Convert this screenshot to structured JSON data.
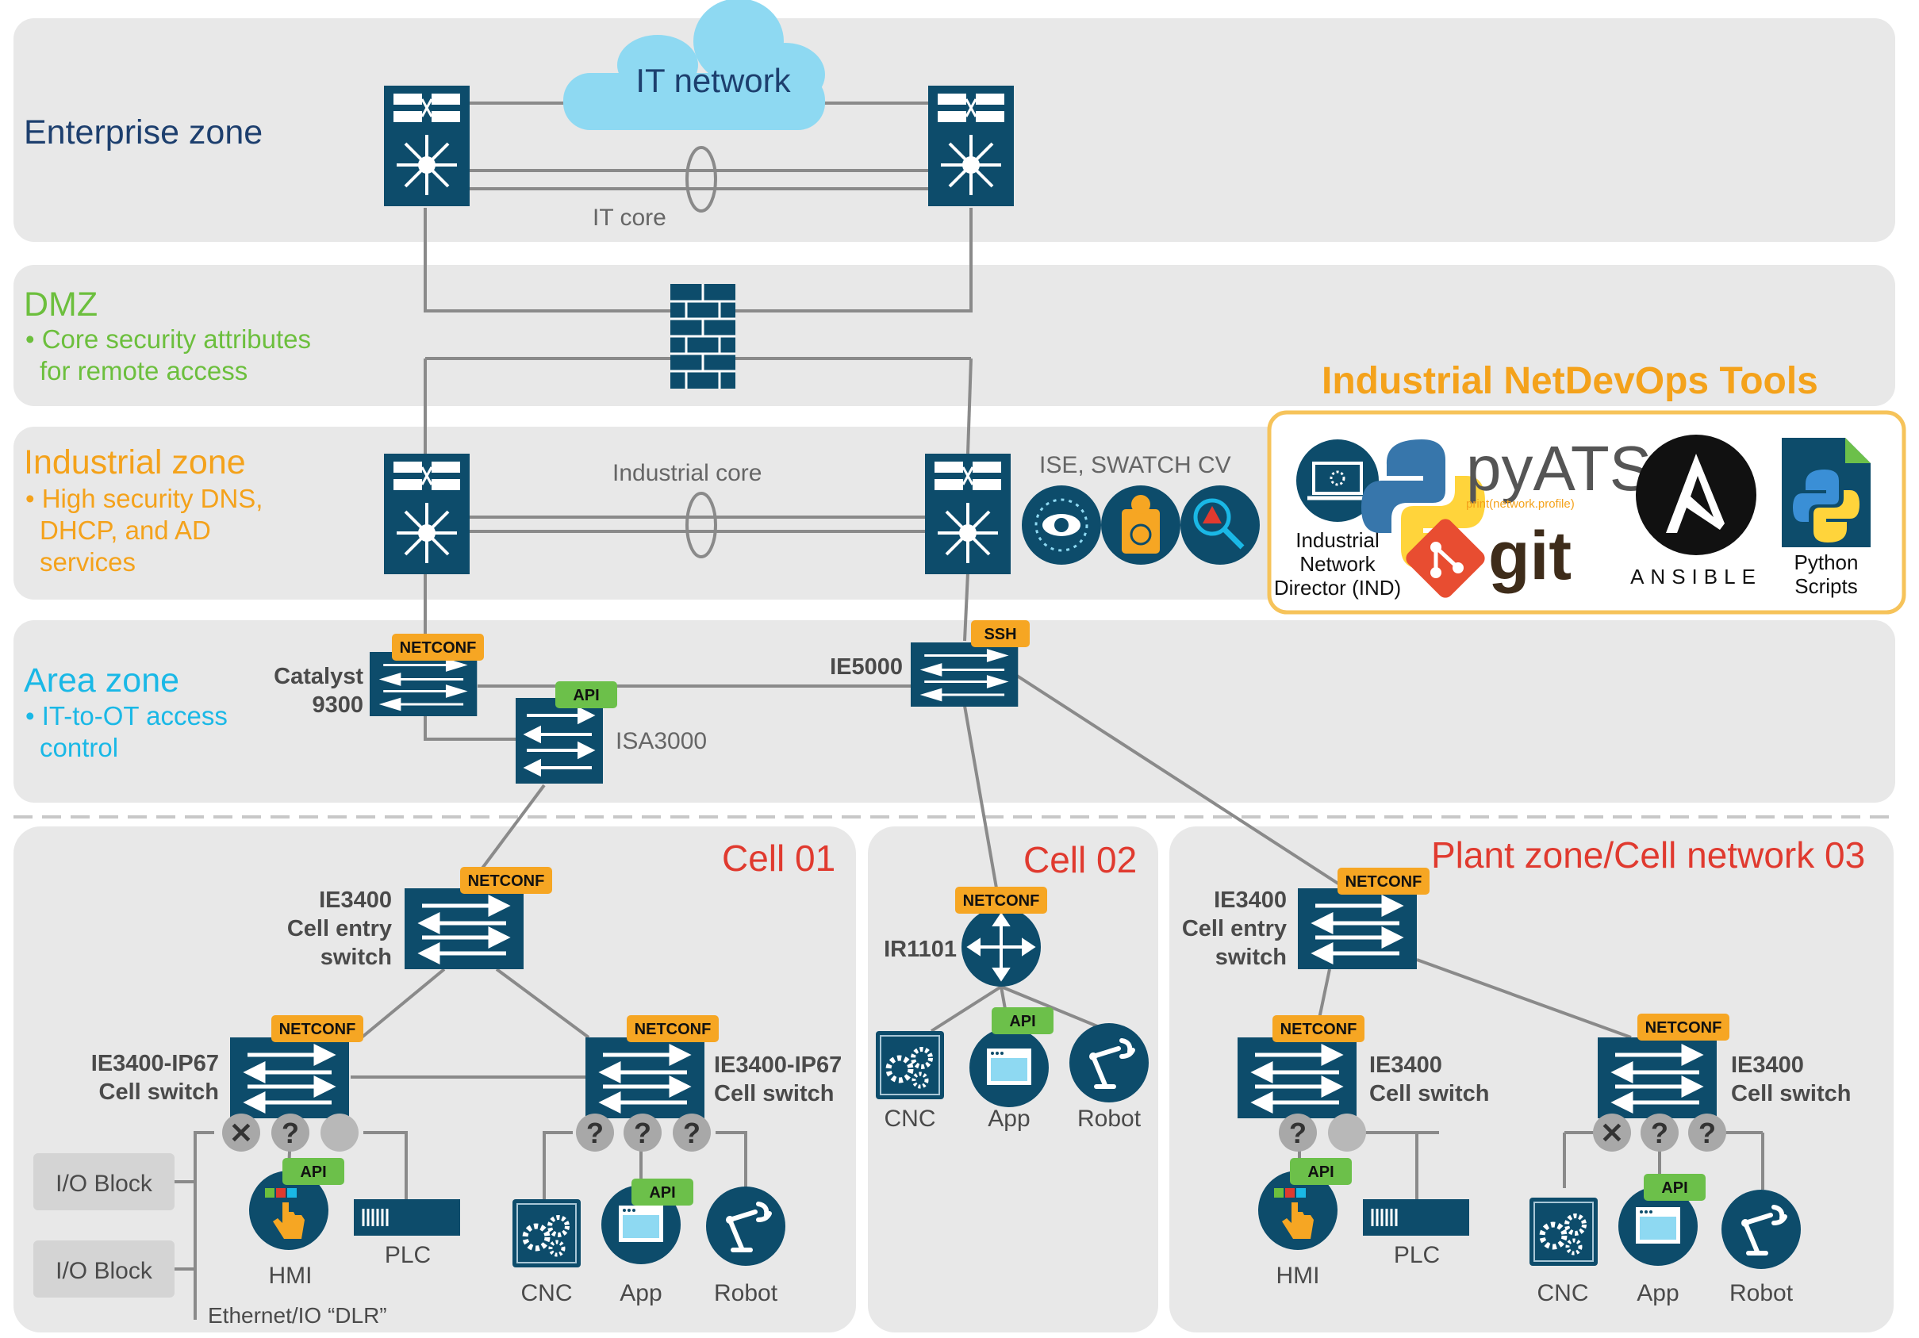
{
  "colors": {
    "panel": "#e8e8e8",
    "device": "#0d4c6b",
    "enterprise": "#1d3f6e",
    "dmz": "#6cbf3d",
    "industrial": "#f4a21b",
    "area": "#1ab8e6",
    "cell": "#e03a2f",
    "netconf": "#f6a623",
    "api": "#6cc04a",
    "cloud": "#8ed9f2"
  },
  "zones": {
    "enterprise": {
      "title": "Enterprise zone"
    },
    "dmz": {
      "title": "DMZ",
      "bullets": [
        "• Core security attributes",
        "for remote access"
      ]
    },
    "industrial": {
      "title": "Industrial zone",
      "bullets": [
        "• High security DNS,",
        "DHCP, and AD",
        "services"
      ]
    },
    "area": {
      "title": "Area zone",
      "bullets": [
        "• IT-to-OT access",
        "control"
      ]
    }
  },
  "labels": {
    "it_network": "IT network",
    "it_core": "IT core",
    "industrial_core": "Industrial core",
    "ise": "ISE, SWATCH CV",
    "catalyst": [
      "Catalyst",
      "9300"
    ],
    "isa": "ISA3000",
    "ie5000": "IE5000",
    "ir1101": "IR1101",
    "cell_entry": [
      "IE3400",
      "Cell entry",
      "switch"
    ],
    "ip67_cell": [
      "IE3400-IP67",
      "Cell switch"
    ],
    "ie3400_cell": [
      "IE3400",
      "Cell switch"
    ],
    "io_block": "I/O Block",
    "dlr": "Ethernet/IO “DLR”",
    "hmi": "HMI",
    "plc": "PLC",
    "cnc": "CNC",
    "app": "App",
    "robot": "Robot",
    "x": "✕",
    "q": "?"
  },
  "tags": {
    "netconf": "NETCONF",
    "api": "API",
    "ssh": "SSH"
  },
  "cells": {
    "c1": "Cell 01",
    "c2": "Cell 02",
    "c3": "Plant zone/Cell network 03"
  },
  "tools": {
    "title": "Industrial NetDevOps Tools",
    "ind": [
      "Industrial",
      "Network",
      "Director (IND)"
    ],
    "pyats": "pyATS",
    "pyats_sub": "print(network.profile)",
    "git": "git",
    "ansible": "ANSIBLE",
    "python": [
      "Python",
      "Scripts"
    ]
  }
}
